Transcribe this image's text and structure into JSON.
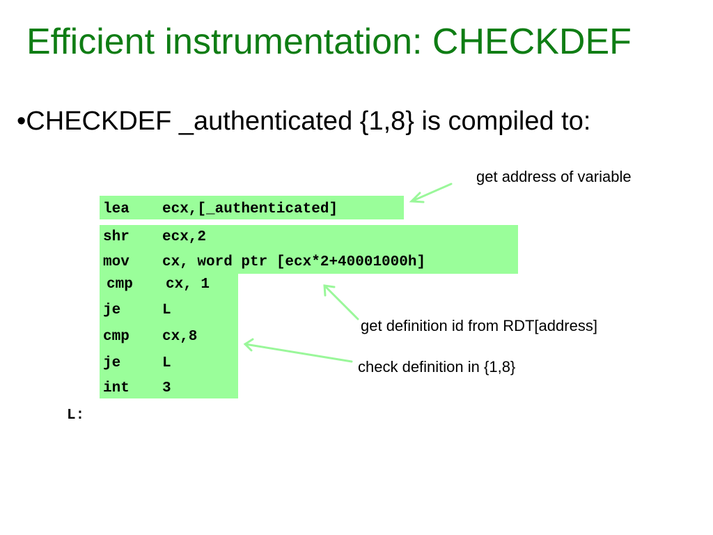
{
  "slide": {
    "title": "Efficient instrumentation: CHECKDEF",
    "bullet": "•CHECKDEF _authenticated {1,8} is compiled to:",
    "colors": {
      "title": "#0f7d14",
      "highlight": "#9afe9a",
      "arrow": "#9af79a"
    }
  },
  "code": {
    "lines": [
      {
        "op": "lea",
        "args": "ecx,[_authenticated]"
      },
      {
        "op": "shr",
        "args": "ecx,2"
      },
      {
        "op": "mov",
        "args": "cx, word ptr [ecx*2+40001000h]"
      },
      {
        "op": "cmp",
        "args": "cx, 1"
      },
      {
        "op": "je",
        "args": "L"
      },
      {
        "op": "cmp",
        "args": "cx,8"
      },
      {
        "op": "je",
        "args": "L"
      },
      {
        "op": "int",
        "args": "3"
      }
    ],
    "label": "L:"
  },
  "annotations": {
    "get_address": "get address of variable",
    "get_definition": "get definition id from RDT[address]",
    "check_definition": "check definition in {1,8}"
  }
}
